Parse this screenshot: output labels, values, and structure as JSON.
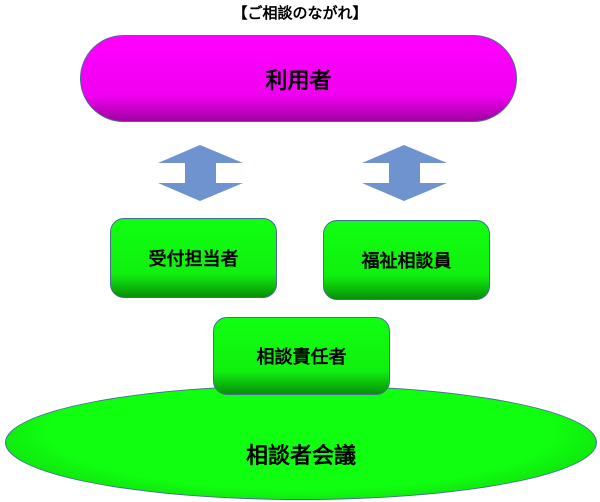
{
  "title": "【ご相談のながれ】",
  "nodes": {
    "user": "利用者",
    "reception": "受付担当者",
    "welfare": "福祉相談員",
    "manager": "相談責任者",
    "meeting": "相談者会議"
  },
  "colors": {
    "user": "#ff00ff",
    "staff": "#10ff10",
    "arrow": "#6f93cf",
    "border": "#4a6a9a"
  }
}
